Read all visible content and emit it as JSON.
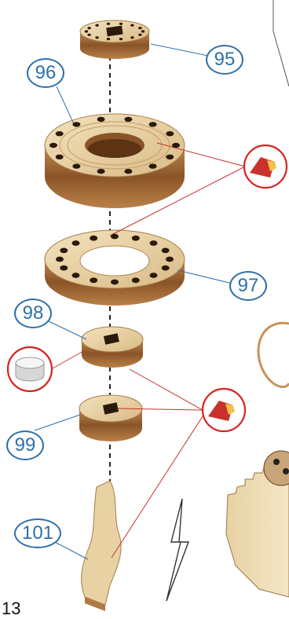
{
  "page": {
    "number": "13"
  },
  "callouts": [
    {
      "id": "c95",
      "label": "95"
    },
    {
      "id": "c96",
      "label": "96"
    },
    {
      "id": "c97",
      "label": "97"
    },
    {
      "id": "c98",
      "label": "98"
    },
    {
      "id": "c99",
      "label": "99"
    },
    {
      "id": "c101",
      "label": "101"
    }
  ],
  "colors": {
    "callout_blue": "#2f6fa8",
    "wood_light": "#e9d4a8",
    "wood_side": "#b07a45",
    "wood_dark": "#6e3f1c",
    "glue_red": "#d8221f",
    "leader_red": "#c8312c"
  },
  "icons": [
    "glue-bottle-icon",
    "tealight-candle-icon",
    "break-symbol-icon"
  ]
}
